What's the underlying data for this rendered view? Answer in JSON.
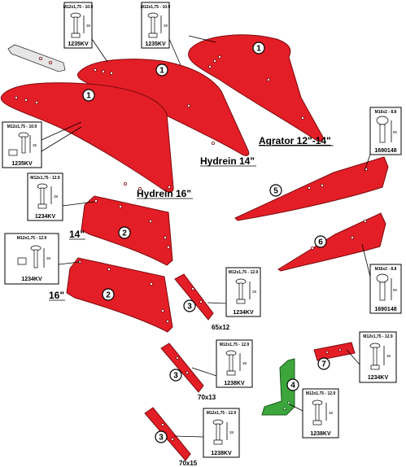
{
  "parts": [
    {
      "id": "part-1-agrator",
      "number": "1",
      "label": "Agrator 12\"-14\""
    },
    {
      "id": "part-1-hydrein14",
      "number": "1",
      "label": "Hydrein 14\""
    },
    {
      "id": "part-1-hydrein16",
      "number": "1",
      "label": "Hydrein 16\""
    },
    {
      "id": "part-2-14",
      "number": "2",
      "label": "14\""
    },
    {
      "id": "part-2-16",
      "number": "2",
      "label": "16\""
    },
    {
      "id": "part-3-65x12",
      "number": "3",
      "label": "65x12"
    },
    {
      "id": "part-3-70x13",
      "number": "3",
      "label": "70x13"
    },
    {
      "id": "part-3-70x15",
      "number": "3",
      "label": "70x15"
    },
    {
      "id": "part-4",
      "number": "4",
      "label": ""
    },
    {
      "id": "part-5",
      "number": "5",
      "label": ""
    },
    {
      "id": "part-6",
      "number": "6",
      "label": ""
    },
    {
      "id": "part-7",
      "number": "7",
      "label": ""
    }
  ],
  "bolts": [
    {
      "spec": "M12x1,75 - 10.9",
      "code": "1235KV",
      "dim": "38"
    },
    {
      "spec": "M12x1,75 - 10.9",
      "code": "1235KV",
      "dim": "38"
    },
    {
      "spec": "M12x1,75 - 10.9",
      "code": "1235KV",
      "dim": "35"
    },
    {
      "spec": "M16x2 - 8.8",
      "code": "1690148",
      "dim": "90"
    },
    {
      "spec": "M12x1,75 - 12.9",
      "code": "1234KV",
      "dim": "38"
    },
    {
      "spec": "M12x1,75 - 12.9",
      "code": "1234KV",
      "dim": "38"
    },
    {
      "spec": "M12x1,75 - 12.9",
      "code": "1234KV",
      "dim": "38"
    },
    {
      "spec": "M16x2 - 8.8",
      "code": "1690148",
      "dim": "90"
    },
    {
      "spec": "M12x1,75 - 12.9",
      "code": "1238KV",
      "dim": "38"
    },
    {
      "spec": "M12x1,75 - 12.9",
      "code": "1234KV",
      "dim": "38"
    },
    {
      "spec": "M12x1,75 - 12.9",
      "code": "1238KV",
      "dim": "38"
    },
    {
      "spec": "M12x1,75 - 12.9",
      "code": "1238KV",
      "dim": "38"
    }
  ],
  "colors": {
    "part": "#e41e26",
    "part_alt": "#3ca63c"
  }
}
